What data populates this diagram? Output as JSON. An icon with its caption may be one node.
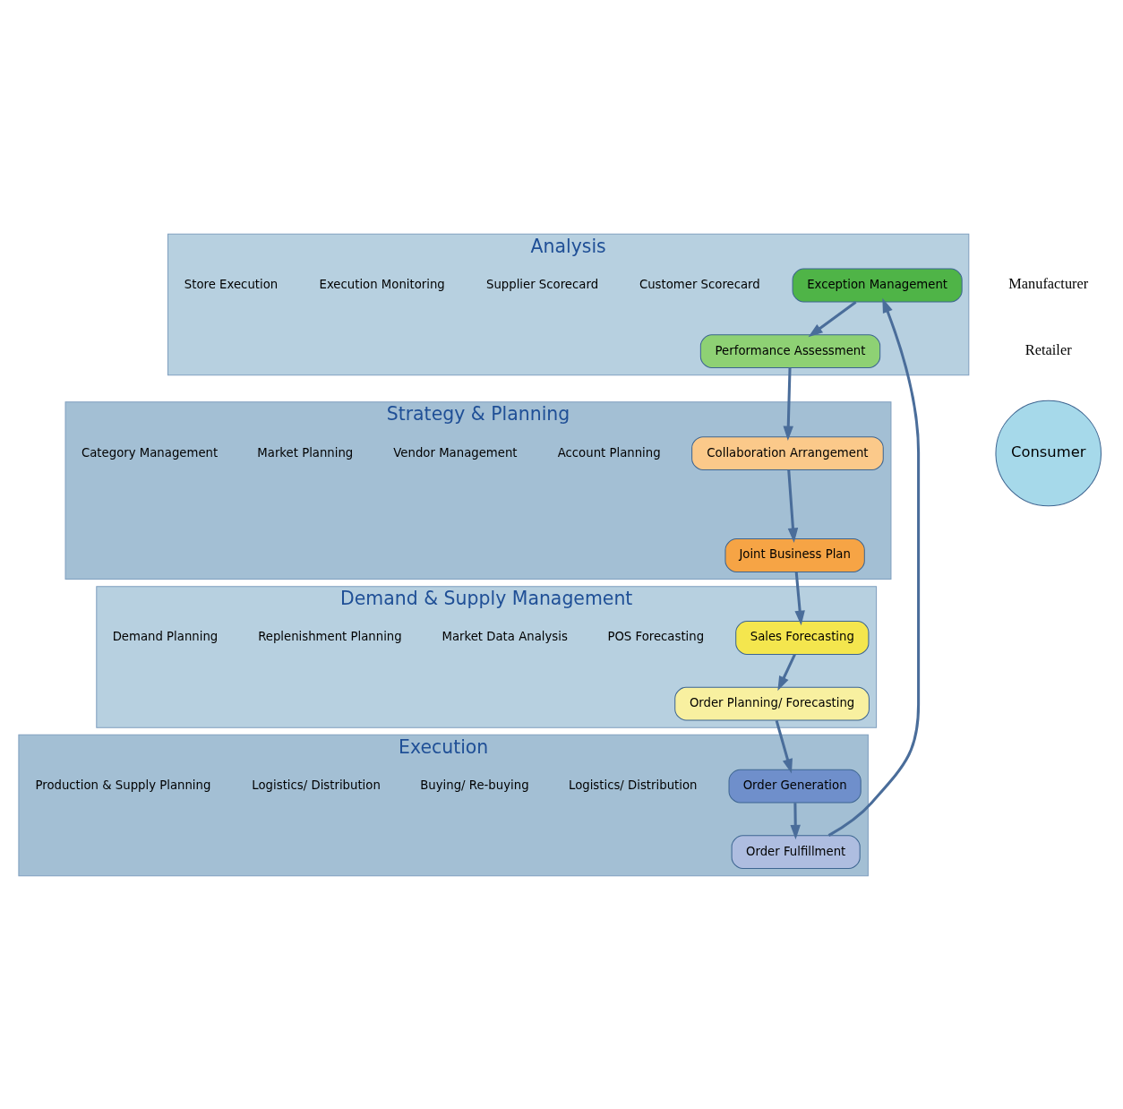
{
  "diagram": {
    "nodes": [
      {
        "text": [
          "Analysis"
        ]
      },
      {
        "text": [
          "Strategy & Planning"
        ]
      },
      {
        "text": [
          "Execution"
        ]
      },
      {
        "text": [
          "Demand & Supply Management"
        ]
      },
      {
        "text": [
          "Performance Assessment"
        ],
        "in": 0
      },
      {
        "text": [
          "Exception Management"
        ],
        "in": 0
      },
      {
        "text": [
          "Collaboration Arrangement"
        ],
        "in": 1
      },
      {
        "text": [
          "Joint Business Plan"
        ],
        "in": 1
      },
      {
        "text": [
          "Order Fulfillment"
        ],
        "in": 2
      },
      {
        "text": [
          "Order Generation"
        ],
        "in": 2
      },
      {
        "text": [
          "Sales Forecasting"
        ],
        "in": 3
      },
      {
        "text": [
          "Order Planning/ Forecasting"
        ],
        "in": 3
      },
      {
        "text": [
          "Consumer"
        ]
      }
    ],
    "edges": [
      {
        "from": 4,
        "to": 6,
        "arrow": "to"
      },
      {
        "from": 6,
        "to": 7,
        "arrow": "to"
      },
      {
        "from": 7,
        "to": 10,
        "arrow": "to"
      },
      {
        "from": 10,
        "to": 11,
        "arrow": "to"
      },
      {
        "from": 11,
        "to": 9,
        "arrow": "to"
      },
      {
        "from": 9,
        "to": 8,
        "arrow": "to"
      },
      {
        "from": 8,
        "to": 5,
        "arrow": "to"
      },
      {
        "from": 5,
        "to": 4,
        "arrow": "to"
      }
    ],
    "labels": [
      "Manufacturer",
      "Customer Scorecard",
      "Account Planning",
      "Retailer",
      "Supplier Scorecard",
      "Vendor Management",
      "Execution Monitoring",
      "Market Planning",
      "Store Execution",
      "Category Management",
      "Logistics/ Distribution",
      "POS Forecasting",
      "Market Data Analysis",
      "Buying/ Re-buying",
      "Replenishment Planning",
      "Logistics/ Distribution",
      "Production & Supply Planning",
      "Demand Planning"
    ]
  }
}
